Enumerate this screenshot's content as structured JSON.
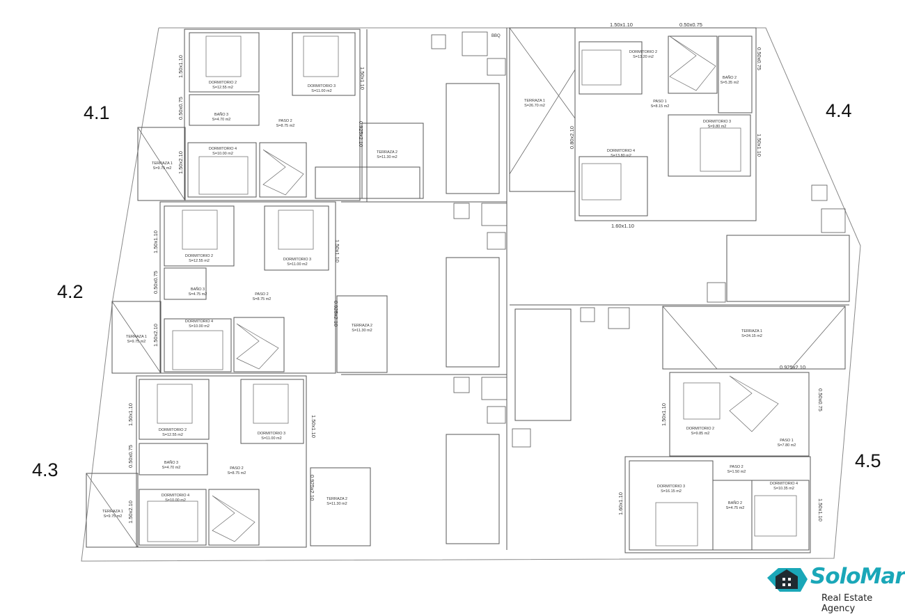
{
  "units": [
    {
      "id": "4.1"
    },
    {
      "id": "4.2"
    },
    {
      "id": "4.3"
    },
    {
      "id": "4.4"
    },
    {
      "id": "4.5"
    }
  ],
  "rooms": {
    "u41_d2": {
      "name": "DORMITORIO 2",
      "area": "S=12.55 m2"
    },
    "u41_d3": {
      "name": "DORMITORIO 3",
      "area": "S=11.00 m2"
    },
    "u41_b3": {
      "name": "BAÑO 3",
      "area": "S=4.70 m2"
    },
    "u41_p2": {
      "name": "PASO 2",
      "area": "S=8.75 m2"
    },
    "u41_d4": {
      "name": "DORMITORIO 4",
      "area": "S=10.00 m2"
    },
    "u41_t1": {
      "name": "TERRAZA 1",
      "area": "S=9.75 m2"
    },
    "u41_t2": {
      "name": "TERRAZA 2",
      "area": "S=11.30 m2"
    },
    "u42_d2": {
      "name": "DORMITORIO 2",
      "area": "S=12.55 m2"
    },
    "u42_d3": {
      "name": "DORMITORIO 3",
      "area": "S=11.00 m2"
    },
    "u42_b3": {
      "name": "BAÑO 3",
      "area": "S=4.75 m2"
    },
    "u42_p2": {
      "name": "PASO 2",
      "area": "S=8.75 m2"
    },
    "u42_d4": {
      "name": "DORMITORIO 4",
      "area": "S=10.00 m2"
    },
    "u42_t1": {
      "name": "TERRAZA 1",
      "area": "S=9.75 m2"
    },
    "u42_t2": {
      "name": "TERRAZA 2",
      "area": "S=11.30 m2"
    },
    "u43_d2": {
      "name": "DORMITORIO 2",
      "area": "S=12.55 m2"
    },
    "u43_d3": {
      "name": "DORMITORIO 3",
      "area": "S=11.00 m2"
    },
    "u43_b3": {
      "name": "BAÑO 3",
      "area": "S=4.70 m2"
    },
    "u43_p2": {
      "name": "PASO 2",
      "area": "S=8.75 m2"
    },
    "u43_d4": {
      "name": "DORMITORIO 4",
      "area": "S=10.00 m2"
    },
    "u43_t1": {
      "name": "TERRAZA 1",
      "area": "S=9.75 m2"
    },
    "u43_t2": {
      "name": "TERRAZA 2",
      "area": "S=11.30 m2"
    },
    "u44_d2": {
      "name": "DORMITORIO 2",
      "area": "S=13.20 m2"
    },
    "u44_b2": {
      "name": "BAÑO 2",
      "area": "S=5.35 m2"
    },
    "u44_p1": {
      "name": "PASO 1",
      "area": "S=8.15 m2"
    },
    "u44_d3": {
      "name": "DORMITORIO 3",
      "area": "S=9.80 m2"
    },
    "u44_d4": {
      "name": "DORMITORIO 4",
      "area": "S=13.80 m2"
    },
    "u44_t1": {
      "name": "TERRAZA 1",
      "area": "S=26.70 m2"
    },
    "u45_t1": {
      "name": "TERRAZA 1",
      "area": "S=24.15 m2"
    },
    "u45_d2": {
      "name": "DORMITORIO 2",
      "area": "S=9.85 m2"
    },
    "u45_p1": {
      "name": "PASO 1",
      "area": "S=7.80 m2"
    },
    "u45_p2": {
      "name": "PASO 2",
      "area": "S=1.50 m2"
    },
    "u45_d3": {
      "name": "DORMITORIO 3",
      "area": "S=16.15 m2"
    },
    "u45_d4": {
      "name": "DORMITORIO 4",
      "area": "S=10.35 m2"
    },
    "u45_b2": {
      "name": "BAÑO 2",
      "area": "S=4.75 m2"
    }
  },
  "dimensions": {
    "u41_a": "1.50x1.10",
    "u41_b": "1.50x1.10",
    "u41_c": "0.50x0.75",
    "u41_d": "1.50x2.10",
    "u41_e": "0.925x2.10",
    "u41_bbq": "BBQ",
    "u42_a": "1.50x1.10",
    "u42_b": "1.50x1.10",
    "u42_c": "0.50x0.75",
    "u42_d": "1.50x2.10",
    "u42_e": "0.925x2.10",
    "u43_a": "1.50x1.10",
    "u43_b": "1.50x1.10",
    "u43_c": "0.50x0.75",
    "u43_d": "1.50x2.10",
    "u43_e": "0.925x2.10",
    "u44_a": "1.50x1.10",
    "u44_b": "0.50x0.75",
    "u44_c": "0.50x0.75",
    "u44_d": "1.50x1.10",
    "u44_e": "0.80x2.10",
    "u44_f": "1.60x1.10",
    "u45_a": "0.925x2.10",
    "u45_b": "1.50x1.10",
    "u45_c": "0.50x0.75",
    "u45_d": "1.60x1.10",
    "u45_e": "1.50x1.10"
  },
  "logo": {
    "brand": "SoloMar",
    "tagline": "Real Estate Agency",
    "icon": "house-logo-icon",
    "brand_color": "#1aa7b8"
  }
}
